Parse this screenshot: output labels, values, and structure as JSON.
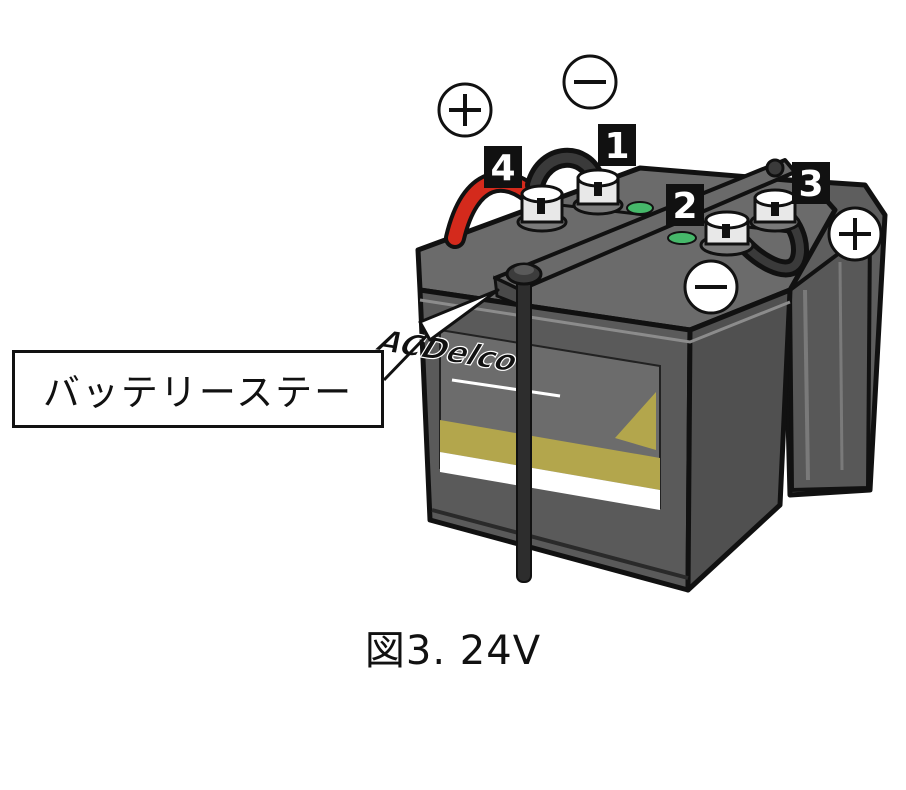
{
  "figure": {
    "caption": "図3. 24V",
    "callout_label": "バッテリーステー",
    "brand_logo": "ACDelco",
    "terminal_numbers": [
      "1",
      "2",
      "3",
      "4"
    ],
    "polarity_symbols": {
      "plus": "+",
      "minus": "−"
    },
    "colors": {
      "battery_body": "#5b5b5b",
      "battery_top": "#6a6a6a",
      "outline": "#111111",
      "red_cable": "#d42a1c",
      "label_gold": "#b3a64c",
      "vent_green": "#46b86a"
    }
  }
}
